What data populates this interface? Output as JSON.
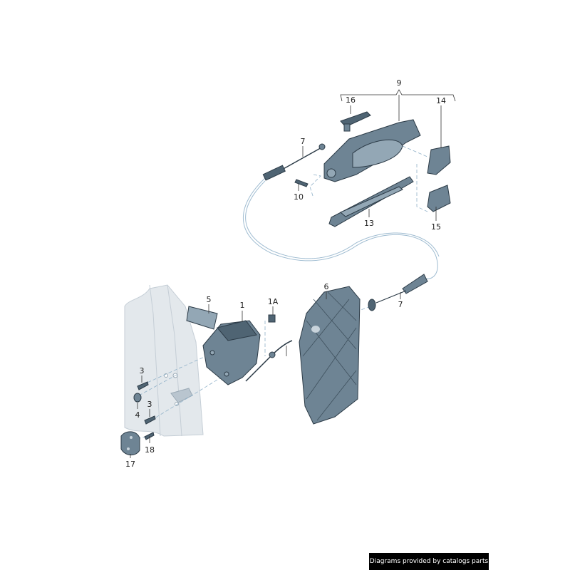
{
  "labels": {
    "p9": "9",
    "p16": "16",
    "p14": "14",
    "p7a": "7",
    "p10": "10",
    "p13": "13",
    "p15": "15",
    "p5": "5",
    "p1": "1",
    "p1a": "1A",
    "p6": "6",
    "p7b": "7",
    "p3a": "3",
    "p4": "4",
    "p3b": "3",
    "p18": "18",
    "p17": "17"
  },
  "footer": "Diagrams provided by catalogs parts",
  "colors": {
    "part": "#6e8494",
    "door": "#e3e8ec",
    "cable": "#9fbcd1"
  }
}
